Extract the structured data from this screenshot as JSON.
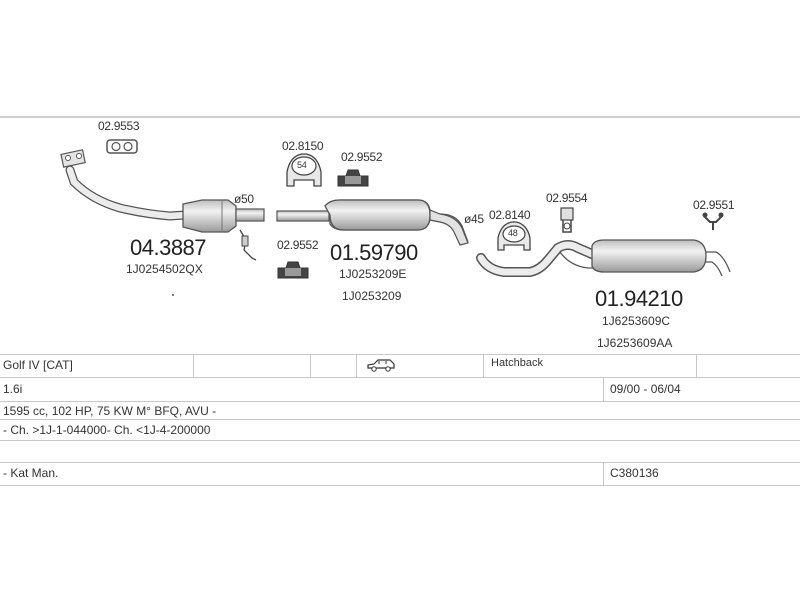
{
  "labels": {
    "gasket_front_code": "02.9553",
    "clamp_mid_code": "02.8150",
    "clamp_mid_size": "54",
    "hanger_mid_top_code": "02.9552",
    "hanger_mid_bottom_code": "02.9552",
    "diameter_front": "ø50",
    "diameter_rear": "ø45",
    "clamp_rear_code": "02.8140",
    "clamp_rear_size": "48",
    "hanger_rear_code": "02.9554",
    "hanger_tail_code": "02.9551"
  },
  "parts": {
    "catalyst": {
      "number": "04.3887",
      "oem": [
        "1J0254502QX"
      ]
    },
    "middle_silencer": {
      "number": "01.59790",
      "oem": [
        "1J0253209E",
        "1J0253209"
      ]
    },
    "rear_silencer": {
      "number": "01.94210",
      "oem": [
        "1J6253609C",
        "1J6253609AA"
      ]
    }
  },
  "vehicle": {
    "model": "Golf IV  [CAT]",
    "body": "Hatchback",
    "engine": "1.6i",
    "period": "09/00 - 06/04",
    "spec": "1595 cc, 102 HP, 75 KW M° BFQ, AVU -",
    "chassis": "- Ch. >1J-1-044000- Ch. <1J-4-200000",
    "note": "- Kat Man.",
    "code": "C380136"
  },
  "icons": {
    "car": "hatchback-car-icon"
  },
  "colors": {
    "line": "#555555",
    "part_fill": "#d9d9d9",
    "table_border": "#c8c8c8"
  }
}
